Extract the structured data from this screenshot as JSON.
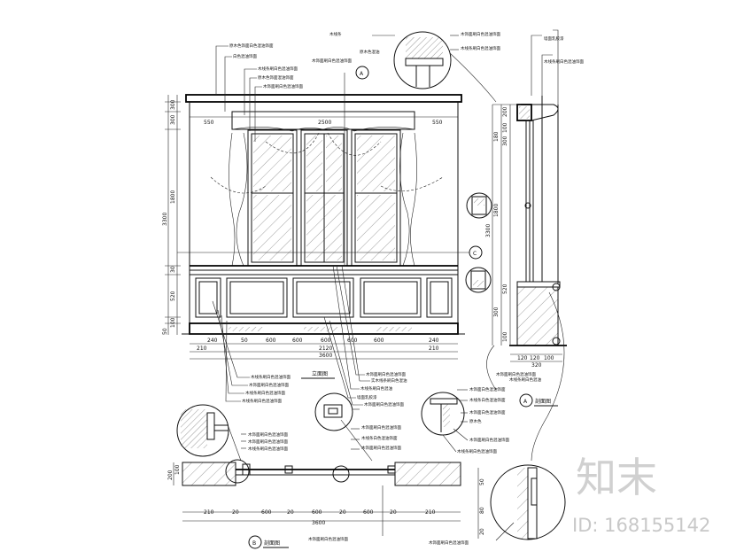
{
  "elevation": {
    "title": "立面图",
    "top_dims": [
      "550",
      "2500",
      "550"
    ],
    "bottom_dims_row1": [
      "240",
      "50",
      "600",
      "600",
      "600",
      "600",
      "600",
      "240"
    ],
    "bottom_dims_row2": [
      "210",
      "2120",
      "210"
    ],
    "bottom_total": "3600",
    "left_dims": [
      "300",
      "300",
      "1800",
      "3300",
      "30",
      "520",
      "100",
      "50"
    ],
    "section_marker_top": "A",
    "section_marker_right": "C",
    "notes_top": [
      "原木色饰面白色混油饰面",
      "白色混油饰面",
      "木线条刷白色混油饰面",
      "原木色饰面混油饰面",
      "木饰面刷白色混油饰面"
    ],
    "notes_bottom": [
      "木线条刷白色混油饰面",
      "木饰面刷白色混油饰面",
      "木线条刷白色混油饰面",
      "木线条刷白色混油饰面",
      "木饰面刷白色混油饰面",
      "实木线条刷白色混油",
      "木线条刷白色混油",
      "墙面乳胶漆",
      "木饰面刷白色混油饰面"
    ]
  },
  "side_section": {
    "title": "剖面图",
    "marker": "A",
    "dims_vertical": [
      "200",
      "100",
      "180",
      "300",
      "1800",
      "3300",
      "520",
      "300",
      "100"
    ],
    "dims_bottom": [
      "120",
      "120",
      "100",
      "320"
    ],
    "notes": [
      "木饰面刷白色混油饰面",
      "木线条",
      "原木色混油",
      "木饰面刷白色混油饰面",
      "木线条刷白色混油饰面",
      "墙面乳胶漆",
      "木线条刷白色混油饰面",
      "木饰面刷白色混油饰面",
      "木线条刷白色混油"
    ]
  },
  "plan_section": {
    "title": "剖面图",
    "marker": "B",
    "dims": [
      "210",
      "20",
      "600",
      "20",
      "600",
      "20",
      "600",
      "20",
      "210"
    ],
    "total": "3600",
    "left_dims": [
      "200",
      "100"
    ],
    "notes": [
      "木饰面白色混油饰面",
      "木线条白色混油饰面",
      "木饰面白色混油饰面",
      "原木色",
      "木饰面刷白色混油饰面",
      "木线条刷白色混油饰面",
      "木饰面刷白色混油饰面",
      "木线条白色混油饰面",
      "木饰面刷白色混油饰面"
    ]
  },
  "detail_right": {
    "dims": [
      "50",
      "80",
      "20"
    ],
    "notes": [
      "木饰面刷白色混油饰面"
    ]
  },
  "watermark": {
    "logo": "知末",
    "id": "ID: 168155142"
  }
}
